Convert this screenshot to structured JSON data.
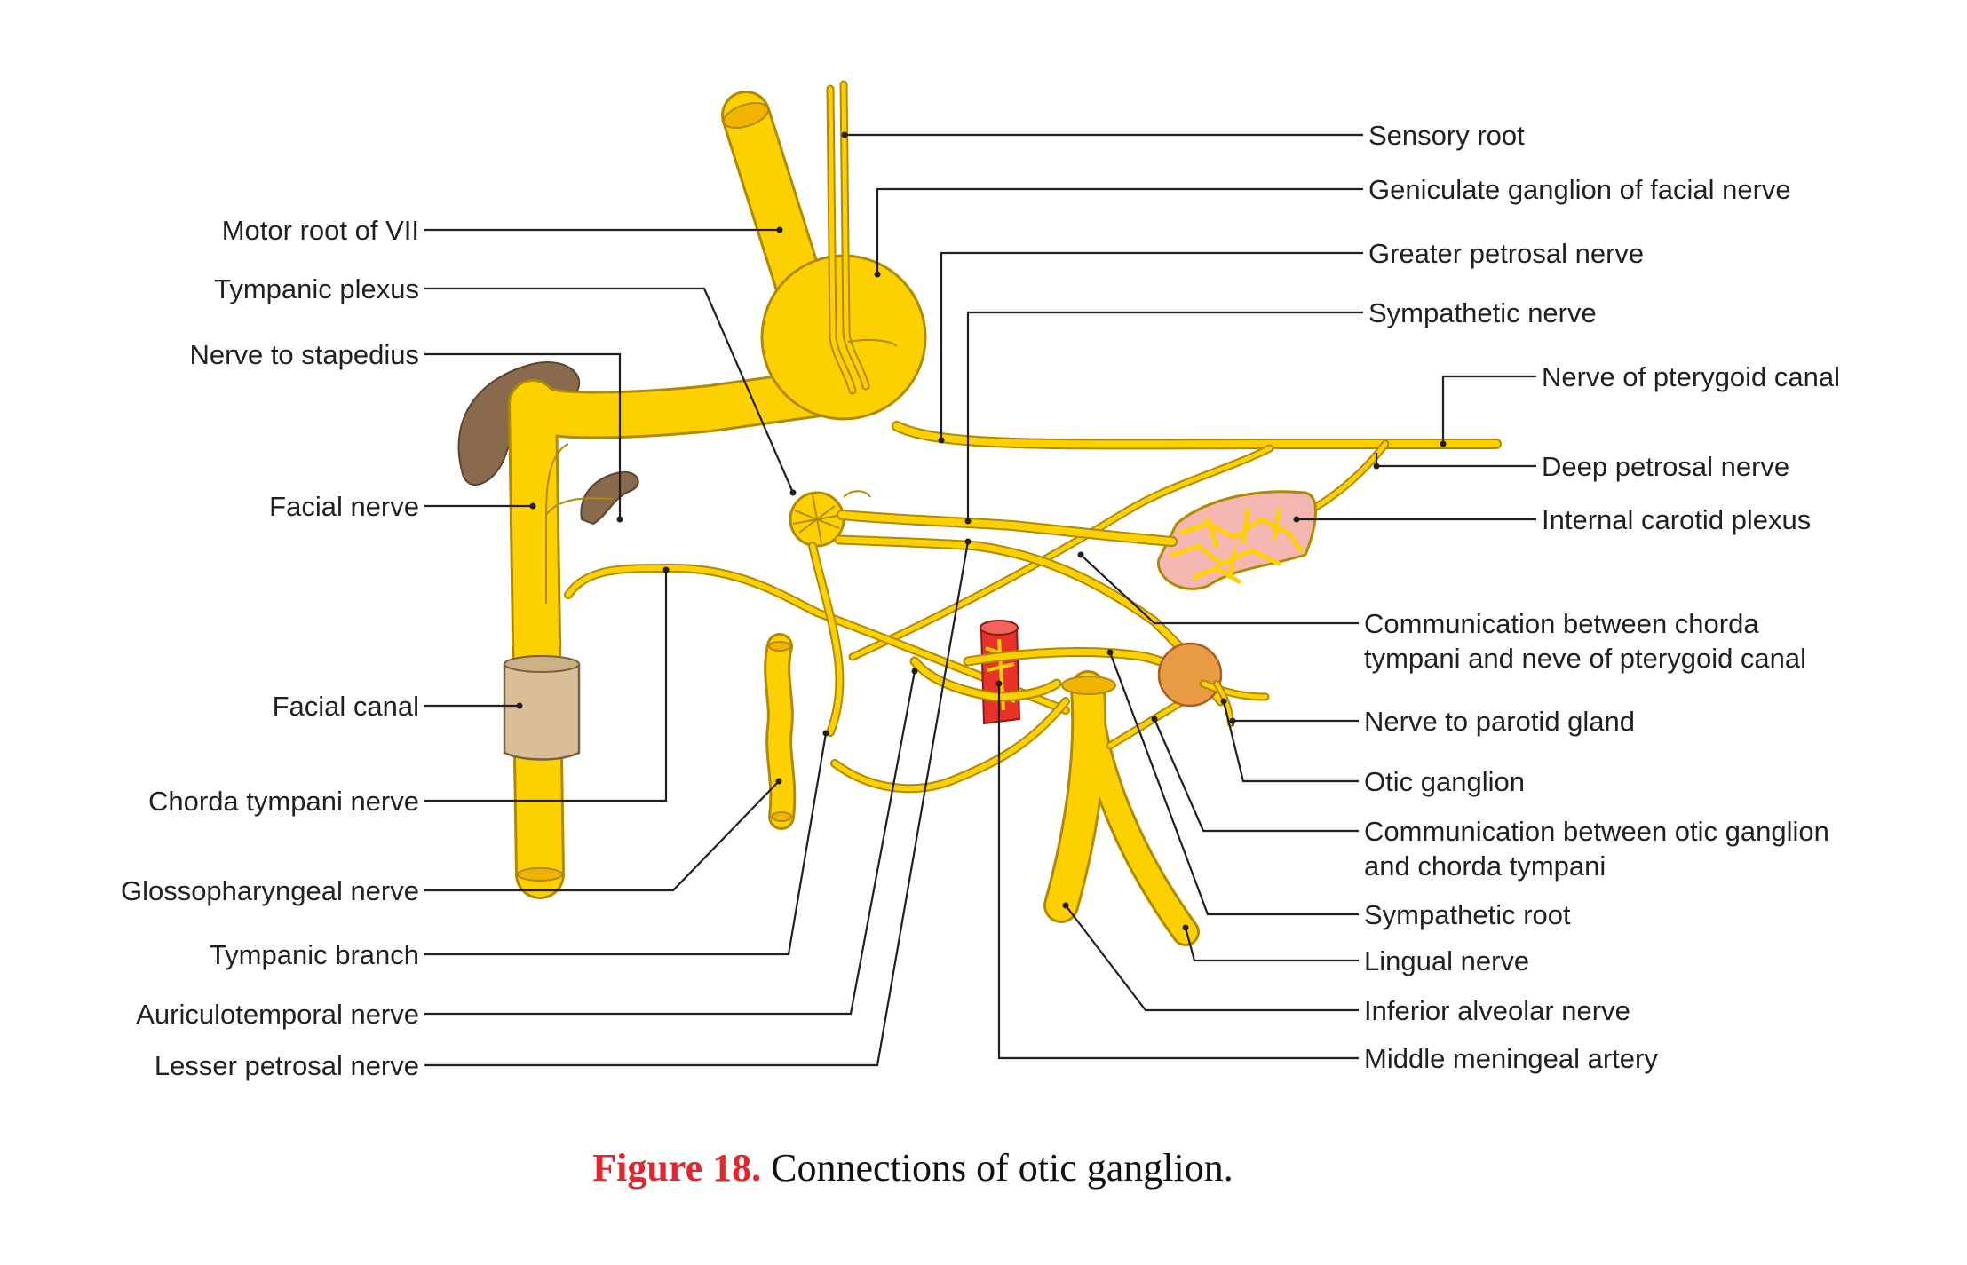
{
  "labels_left": {
    "motor_root": "Motor root of VII",
    "tympanic_plexus": "Tympanic plexus",
    "nerve_to_stapedius": "Nerve to stapedius",
    "facial_nerve": "Facial nerve",
    "facial_canal": "Facial canal",
    "chorda_tympani": "Chorda tympani nerve",
    "glossopharyngeal": "Glossopharyngeal nerve",
    "tympanic_branch": "Tympanic branch",
    "auriculotemporal": "Auriculotemporal nerve",
    "lesser_petrosal": "Lesser petrosal nerve"
  },
  "labels_right": {
    "sensory_root": "Sensory root",
    "geniculate": "Geniculate ganglion of facial nerve",
    "greater_petrosal": "Greater petrosal nerve",
    "sympathetic_nerve": "Sympathetic nerve",
    "pterygoid_canal": "Nerve of pterygoid canal",
    "deep_petrosal": "Deep petrosal nerve",
    "internal_carotid": "Internal carotid plexus",
    "comm_chorda_line1": "Communication between chorda",
    "comm_chorda_line2": "tympani and neve of pterygoid canal",
    "parotid": "Nerve to parotid gland",
    "otic": "Otic ganglion",
    "comm_otic_line1": "Communication between otic ganglion",
    "comm_otic_line2": "and chorda tympani",
    "sympathetic_root": "Sympathetic root",
    "lingual": "Lingual nerve",
    "inferior_alveolar": "Inferior alveolar nerve",
    "middle_meningeal": "Middle meningeal artery"
  },
  "caption": {
    "number": "Figure 18.",
    "text": " Connections of otic ganglion."
  },
  "colors": {
    "nerve_fill": "#fdd000",
    "nerve_outline": "#b08a00",
    "bone": "#8a6a4c",
    "canal": "#d9bf99",
    "artery": "#e8332a",
    "plexus": "#f4b6b0",
    "otic_ganglion": "#e89a45",
    "caption_red": "#e3262b"
  }
}
